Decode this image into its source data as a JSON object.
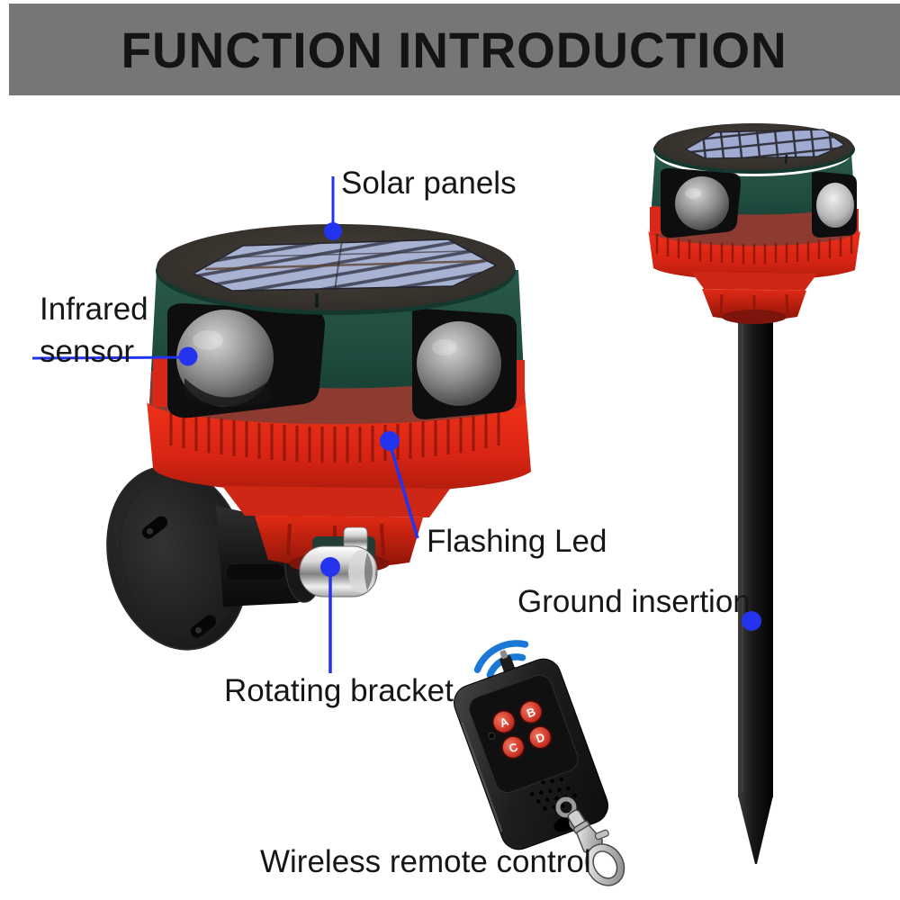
{
  "header": {
    "title": "FUNCTION INTRODUCTION"
  },
  "callouts": {
    "solar_panels": {
      "label": "Solar panels"
    },
    "infrared_sensor": {
      "label_line1": "Infrared",
      "label_line2": "sensor"
    },
    "flashing_led": {
      "label": "Flashing Led"
    },
    "rotating_bracket": {
      "label": "Rotating bracket"
    },
    "ground_insertion": {
      "label": "Ground insertion"
    },
    "wireless_remote_control": {
      "label": "Wireless remote control"
    }
  },
  "remote": {
    "buttons": [
      "A",
      "B",
      "C",
      "D"
    ]
  },
  "colors": {
    "banner_bg": "#767676",
    "banner_text": "#141414",
    "label_text": "#161616",
    "callout_blue": "#2433ee",
    "callout_purple": "#8a4fd0",
    "device_green": "#1d4a3d",
    "device_red": "#e22818",
    "solar_panel_blue": "#a8b3d3",
    "wifi_blue": "#1a79d6",
    "button_red": "#c02818"
  }
}
